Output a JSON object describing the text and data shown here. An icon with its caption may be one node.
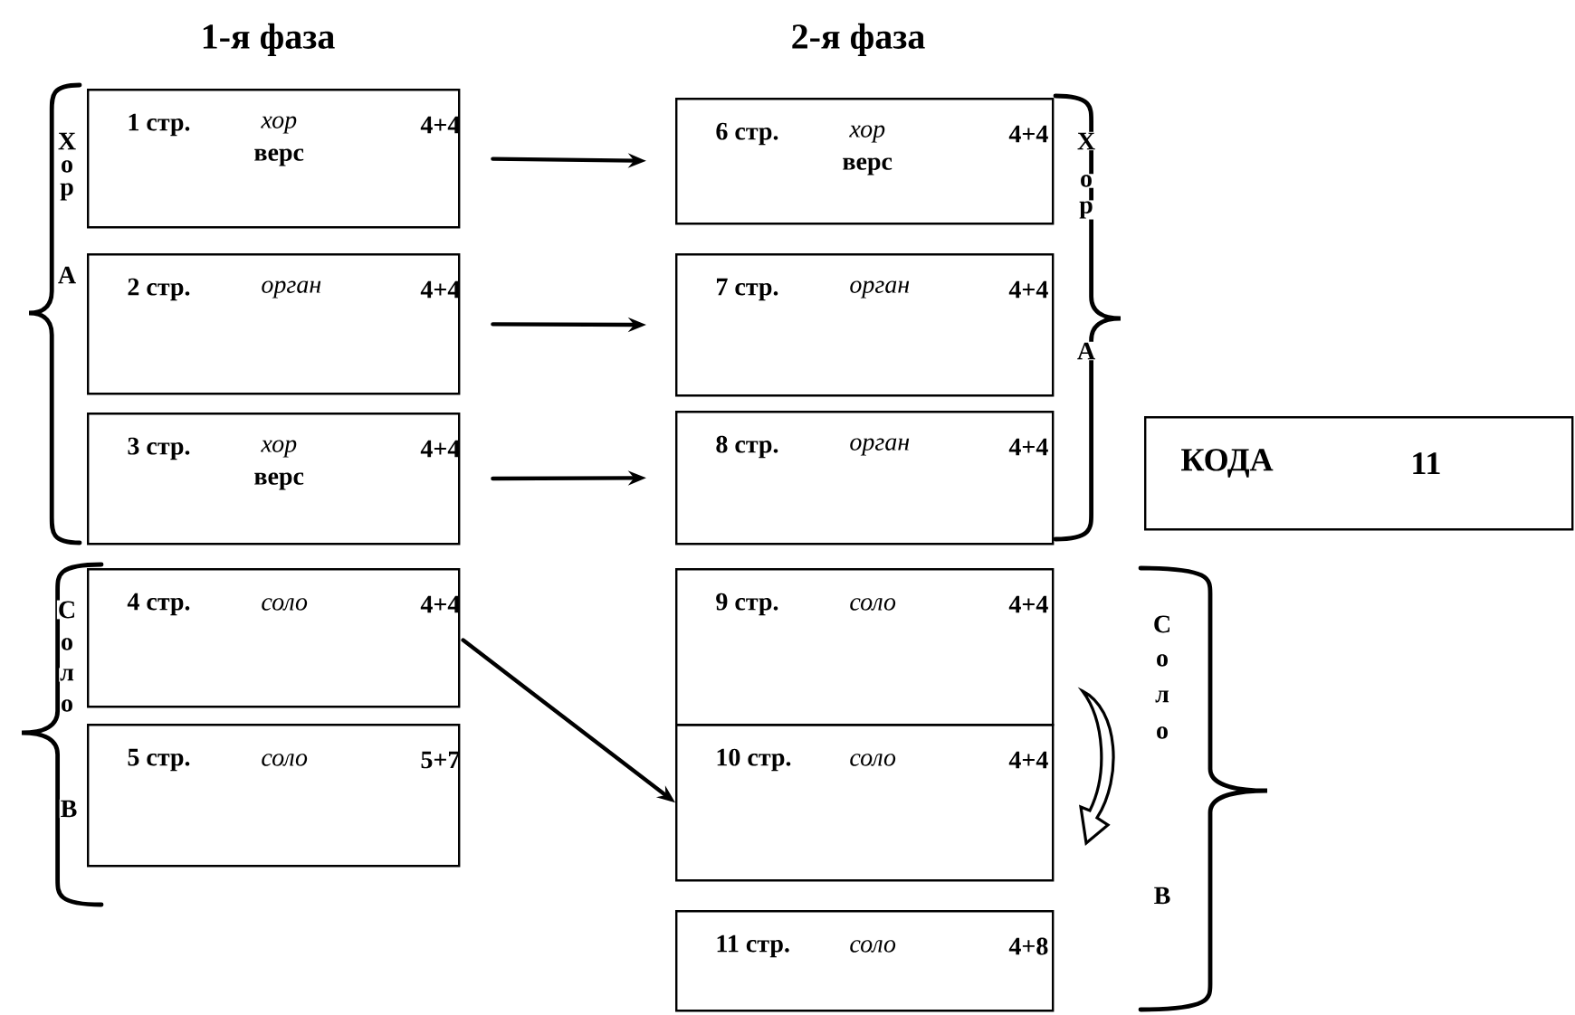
{
  "diagram": {
    "nodes": [
      {
        "text": [
          "1 стр.",
          "хор",
          "4+4",
          "верс"
        ]
      },
      {
        "text": [
          "2 стр.",
          "орган",
          "4+4"
        ]
      },
      {
        "text": [
          "3 стр.",
          "хор",
          "4+4",
          "верс"
        ]
      },
      {
        "text": [
          "4 стр.",
          "соло",
          "4+4"
        ]
      },
      {
        "text": [
          "5 стр.",
          "соло",
          "5+7"
        ]
      },
      {
        "text": [
          "6 стр.",
          "хор",
          "4+4",
          "верс"
        ]
      },
      {
        "text": [
          "7 стр.",
          "орган",
          "4+4"
        ]
      },
      {
        "text": [
          "8 стр.",
          "орган",
          "4+4"
        ]
      },
      {
        "text": [
          "9 стр.",
          "соло",
          "4+4"
        ]
      },
      {
        "text": [
          "10 стр.",
          "соло",
          "4+4"
        ]
      },
      {
        "text": [
          "11 стр.",
          "соло",
          "4+8"
        ]
      },
      {
        "text": [
          "КОДА",
          "11"
        ]
      }
    ],
    "edges": [
      {
        "from": 0,
        "to": 5,
        "arrow": "to"
      },
      {
        "from": 1,
        "to": 6,
        "arrow": "to"
      },
      {
        "from": 2,
        "to": 7,
        "arrow": "to"
      },
      {
        "from": 3,
        "to": 9,
        "arrow": "to"
      }
    ],
    "labels": [
      "1-я фаза",
      "2-я фаза",
      "Х",
      "о",
      "р",
      "А",
      "Х",
      "о",
      "р",
      "А",
      "С",
      "о",
      "л",
      "о",
      "В",
      "С",
      "о",
      "л",
      "о",
      "В"
    ]
  }
}
